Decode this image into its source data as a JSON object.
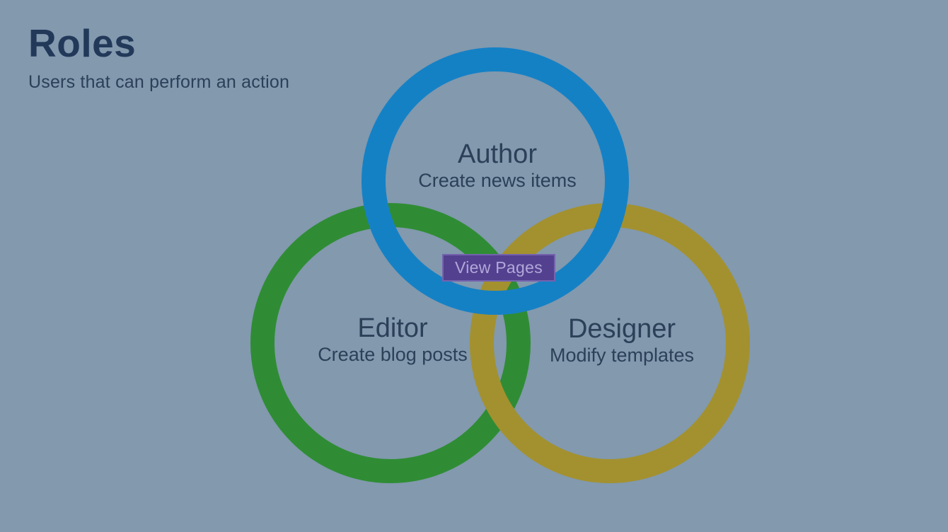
{
  "page": {
    "title": "Roles",
    "subtitle": "Users that can perform an action"
  },
  "colors": {
    "background": "#8299ae",
    "title_text": "#23395a",
    "label_text": "#2c4058",
    "blue_ring": "#1581c5",
    "green_ring": "#2f8c34",
    "yellow_ring": "#a3912f",
    "button_bg": "#53418f",
    "button_border": "#7463ae",
    "button_text": "#b2a7da"
  },
  "diagram": {
    "type": "venn-rings",
    "rings": {
      "author": {
        "label": "Author",
        "sublabel": "Create news items",
        "color": "blue"
      },
      "editor": {
        "label": "Editor",
        "sublabel": "Create blog posts",
        "color": "green"
      },
      "designer": {
        "label": "Designer",
        "sublabel": "Modify templates",
        "color": "yellow"
      }
    },
    "center_button": {
      "label": "View Pages"
    }
  }
}
